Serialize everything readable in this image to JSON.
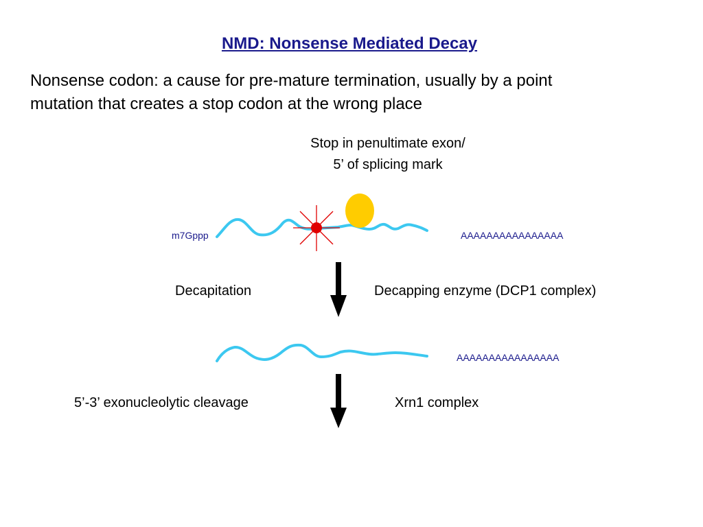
{
  "title": "NMD: Nonsense Mediated Decay",
  "intro": {
    "line1": "Nonsense codon: a cause for pre-mature termination, usually by a point",
    "line2": "mutation that creates a stop codon at the wrong place"
  },
  "caption": {
    "line1": "Stop in penultimate exon/",
    "line2": "5’ of splicing mark"
  },
  "mrna1": {
    "cap": "m7Gppp",
    "tail": "AAAAAAAAAAAAAAAA"
  },
  "step1": {
    "left": "Decapitation",
    "right": "Decapping enzyme (DCP1 complex)"
  },
  "mrna2": {
    "tail": "AAAAAAAAAAAAAAAA"
  },
  "step2": {
    "left": "5’-3’ exonucleolytic cleavage",
    "right": "Xrn1 complex"
  },
  "colors": {
    "title": "#1a1a8c",
    "mrna": "#3cc8f0",
    "ribosome": "#ffcc00",
    "stop_marker": "#e00000",
    "label_blue": "#1a1a8c",
    "arrow": "#000000"
  }
}
